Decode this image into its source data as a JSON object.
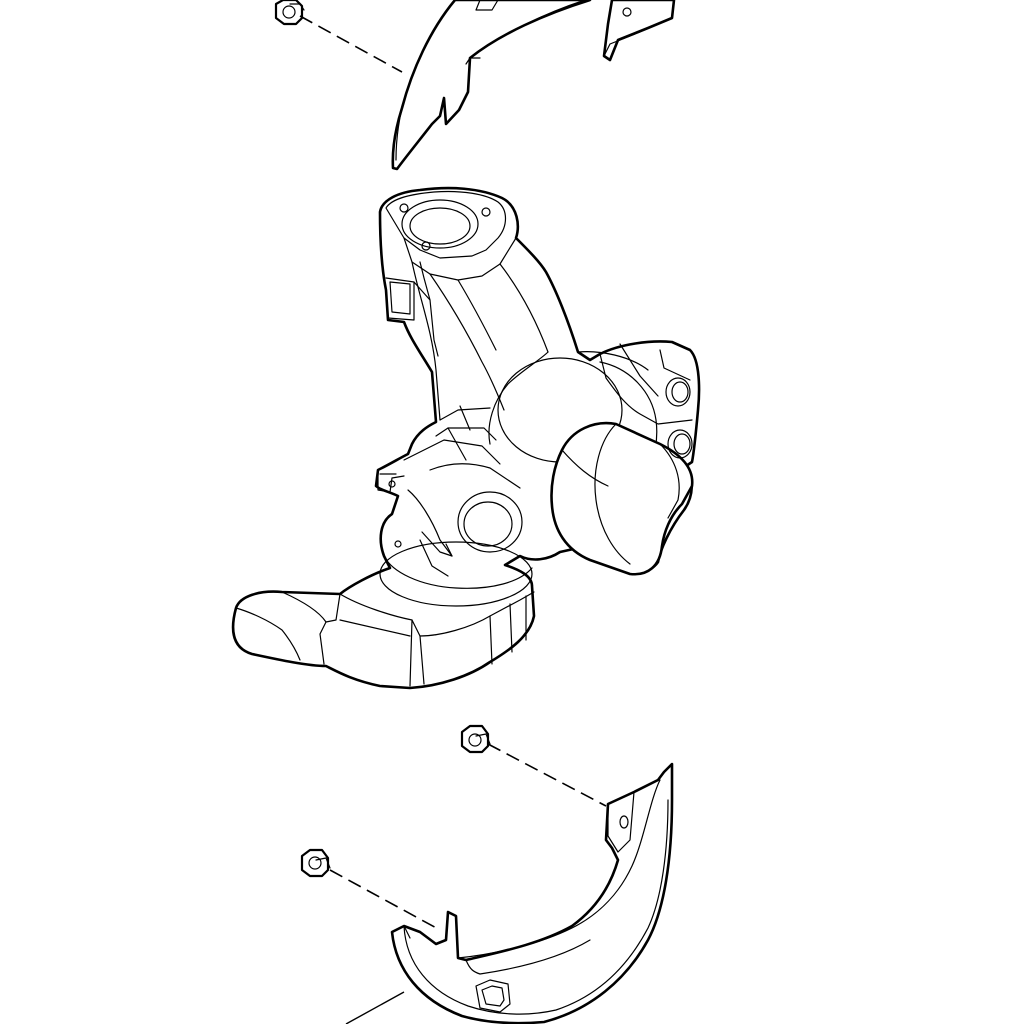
{
  "figure": {
    "description_text": ""
  },
  "parts": [
    {
      "id": "upper-dust-shield",
      "icon": "shield-icon"
    },
    {
      "id": "steering-knuckle",
      "icon": "knuckle-icon"
    },
    {
      "id": "lower-dust-shield",
      "icon": "shield-icon"
    },
    {
      "id": "upper-bolt",
      "icon": "bolt-icon"
    },
    {
      "id": "lower-bolt-right",
      "icon": "bolt-icon"
    },
    {
      "id": "lower-bolt-left",
      "icon": "bolt-icon"
    }
  ],
  "colors": {
    "line": "#000000",
    "background": "#ffffff"
  }
}
